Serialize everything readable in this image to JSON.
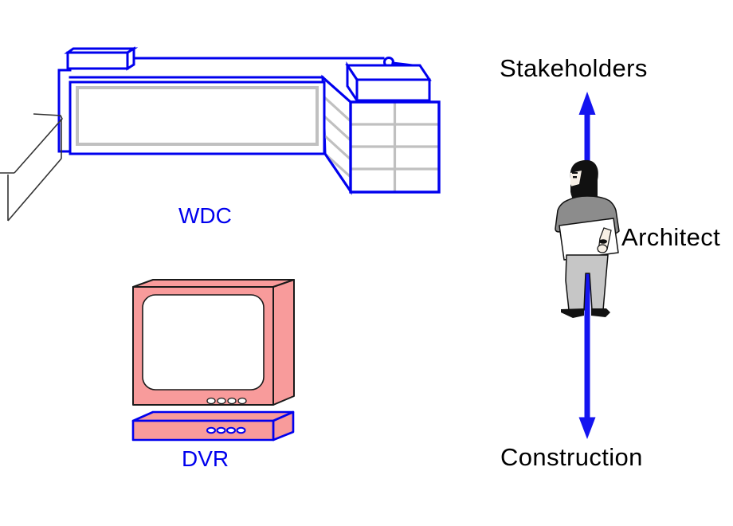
{
  "labels": {
    "building": "WDC",
    "recorder": "DVR",
    "top_role": "Stakeholders",
    "middle_role": "Architect",
    "bottom_role": "Construction"
  },
  "colors": {
    "line_blue": "#0000EE",
    "arrow_blue": "#1414F0",
    "device_pink": "#F89B9B",
    "window_gray": "#C0C0C0",
    "shirt_gray": "#8C8C8C",
    "pants_gray": "#C6C6C6",
    "text_black": "#000000",
    "background": "#FFFFFF"
  },
  "components": [
    "wdc-building-icon",
    "rooftop-box-icon",
    "tower-icon",
    "wall-fence-icon",
    "tv-monitor-icon",
    "dvr-box-icon",
    "up-arrow-icon",
    "down-arrow-icon",
    "architect-person-icon"
  ]
}
